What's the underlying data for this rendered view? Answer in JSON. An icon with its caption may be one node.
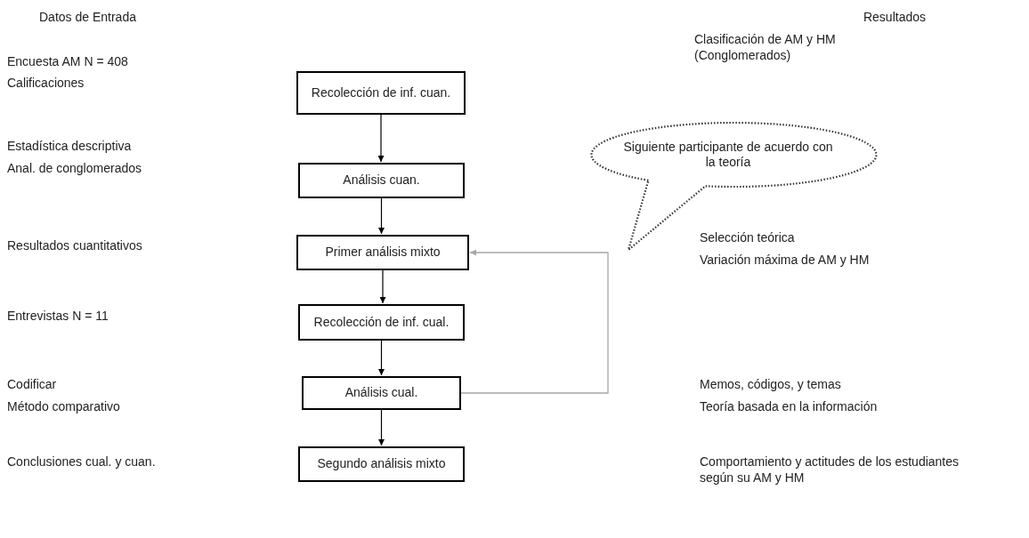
{
  "diagram": {
    "nodes": [
      {
        "text": [
          "Recolección de inf. cuan."
        ]
      },
      {
        "text": [
          "Análisis cuan."
        ]
      },
      {
        "text": [
          "Primer análisis mixto"
        ]
      },
      {
        "text": [
          "Recolección de inf. cual."
        ]
      },
      {
        "text": [
          "Análisis cual."
        ]
      },
      {
        "text": [
          "Segundo análisis mixto"
        ]
      },
      {
        "text": [
          "Siguiente participante de acuerdo con la teoría"
        ]
      }
    ],
    "edges": [
      {
        "from": 0,
        "to": 1,
        "arrow": "to"
      },
      {
        "from": 1,
        "to": 2,
        "arrow": "to"
      },
      {
        "from": 2,
        "to": 3,
        "arrow": "to"
      },
      {
        "from": 3,
        "to": 4,
        "arrow": "to"
      },
      {
        "from": 4,
        "to": 5,
        "arrow": "to"
      },
      {
        "from": 4,
        "to": 2,
        "arrow": "to",
        "color": "#a6a6a6"
      }
    ],
    "labels": [
      "Datos de Entrada",
      "Resultados",
      "Encuesta AM N = 408",
      "Clasificación de AM y HM (Conglomerados)",
      "Calificaciones",
      "Estadística descriptiva",
      "Anal. de conglomerados",
      "Selección teórica",
      "Resultados cuantitativos",
      "Variación máxima de AM y HM",
      "Entrevistas N = 11",
      "Codificar",
      "Memos, códigos, y temas",
      "Método comparativo",
      "Teoría basada en la información",
      "Conclusiones cual. y cuan.",
      "Comportamiento y actitudes de los estudiantes según su AM y HM"
    ]
  }
}
